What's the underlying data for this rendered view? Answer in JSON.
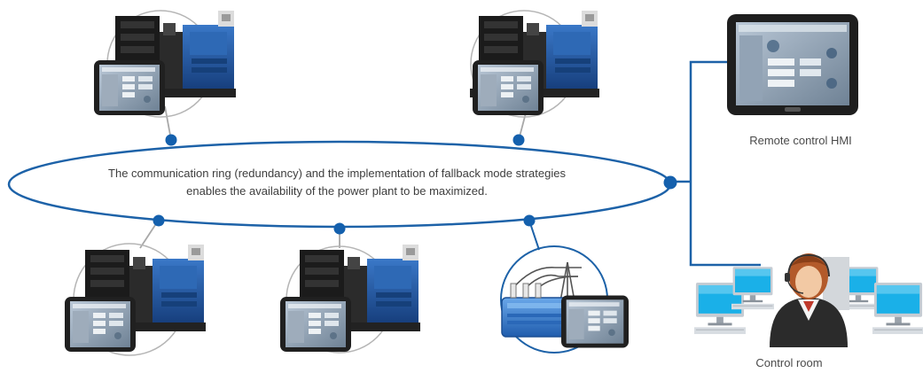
{
  "ring": {
    "text_line1": "The communication ring (redundancy) and the implementation of fallback mode strategies",
    "text_line2": "enables the availability of the power plant to be maximized."
  },
  "remote_hmi": {
    "label": "Remote control HMI"
  },
  "control_room": {
    "label": "Control room"
  },
  "colors": {
    "ring": "#1d62a8",
    "node": "#1460ad",
    "connector": "#a8a8a8",
    "generator_blue": "#2458a0",
    "generator_dark": "#1c1c1c",
    "transformer": "#3b7fd0"
  }
}
